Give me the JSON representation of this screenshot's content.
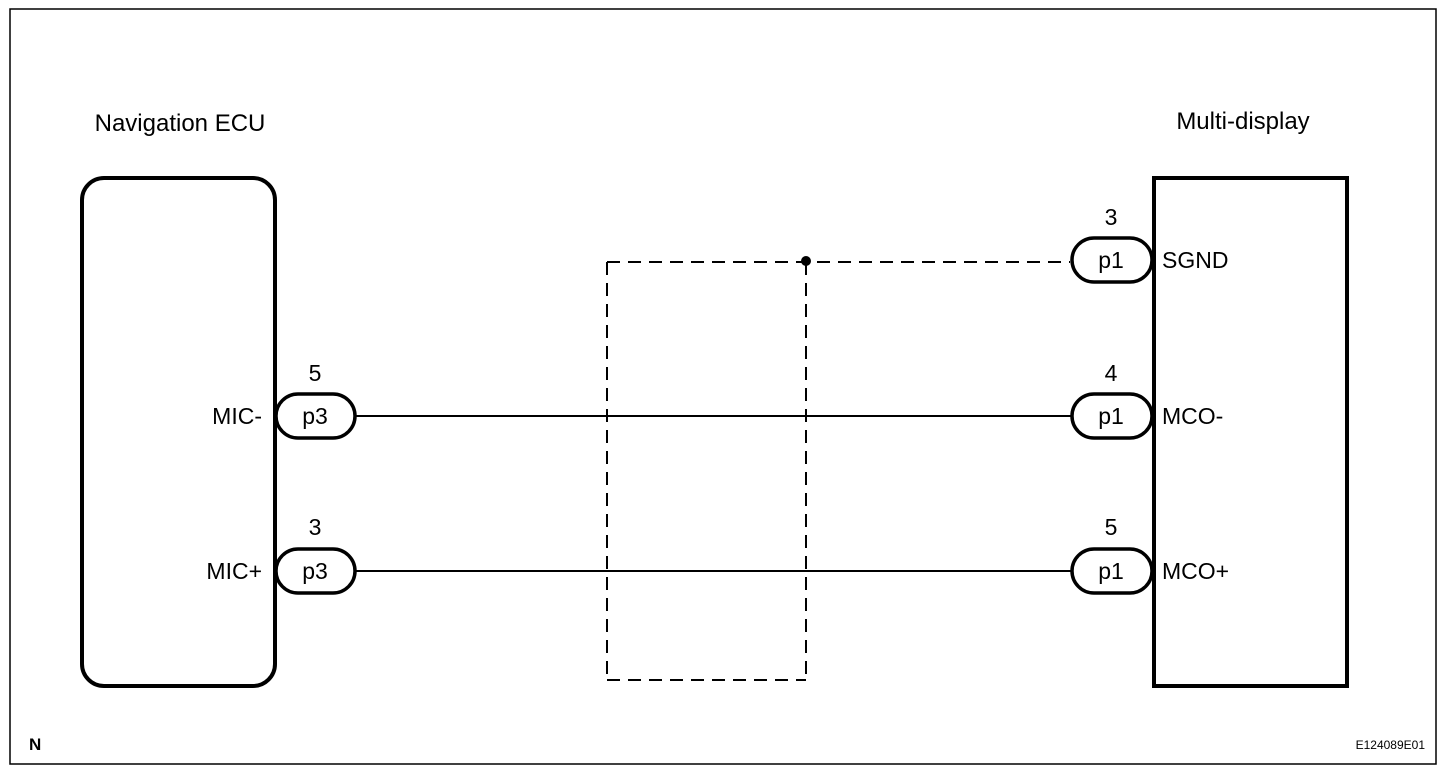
{
  "components": {
    "left": {
      "title": "Navigation ECU"
    },
    "right": {
      "title": "Multi-display"
    }
  },
  "connectors": {
    "left_mic_minus": {
      "pin": "5",
      "code": "p3",
      "signal": "MIC-"
    },
    "left_mic_plus": {
      "pin": "3",
      "code": "p3",
      "signal": "MIC+"
    },
    "right_sgnd": {
      "pin": "3",
      "code": "p1",
      "signal": "SGND"
    },
    "right_mco_minus": {
      "pin": "4",
      "code": "p1",
      "signal": "MCO-"
    },
    "right_mco_plus": {
      "pin": "5",
      "code": "p1",
      "signal": "MCO+"
    }
  },
  "footer": {
    "left_mark": "N",
    "figure_id": "E124089E01"
  },
  "colors": {
    "line": "#000000",
    "background": "#ffffff"
  }
}
